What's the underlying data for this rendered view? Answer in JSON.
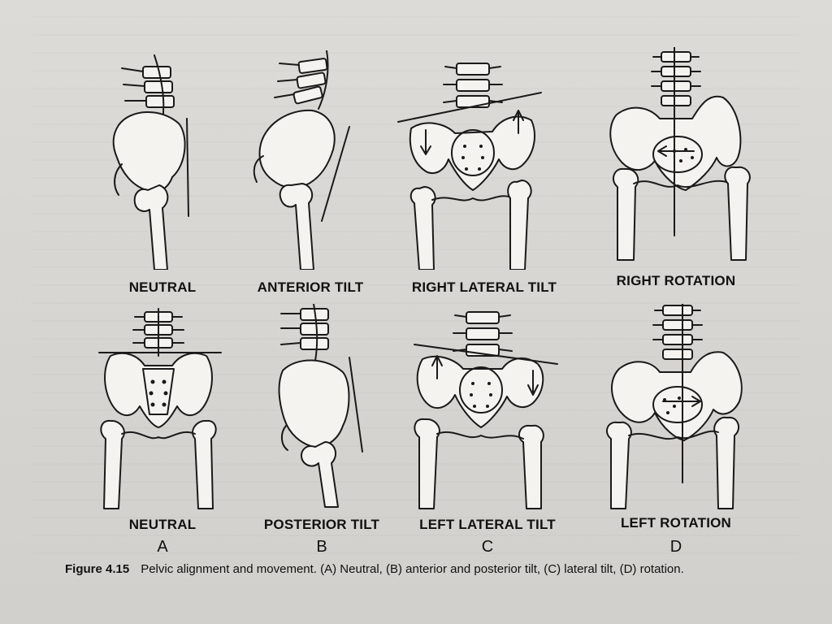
{
  "panels": [
    {
      "id": "neutral-lateral",
      "label": "NEUTRAL"
    },
    {
      "id": "anterior-tilt",
      "label": "ANTERIOR TILT"
    },
    {
      "id": "right-lateral-tilt",
      "label": "RIGHT LATERAL TILT"
    },
    {
      "id": "right-rotation",
      "label": "RIGHT ROTATION"
    },
    {
      "id": "neutral-frontal",
      "label": "NEUTRAL"
    },
    {
      "id": "posterior-tilt",
      "label": "POSTERIOR TILT"
    },
    {
      "id": "left-lateral-tilt",
      "label": "LEFT LATERAL TILT"
    },
    {
      "id": "left-rotation",
      "label": "LEFT ROTATION"
    }
  ],
  "columns": [
    "A",
    "B",
    "C",
    "D"
  ],
  "caption": {
    "figure": "Figure 4.15",
    "text": "Pelvic alignment and movement. (A) Neutral, (B) anterior and posterior tilt, (C) lateral tilt, (D) rotation."
  }
}
